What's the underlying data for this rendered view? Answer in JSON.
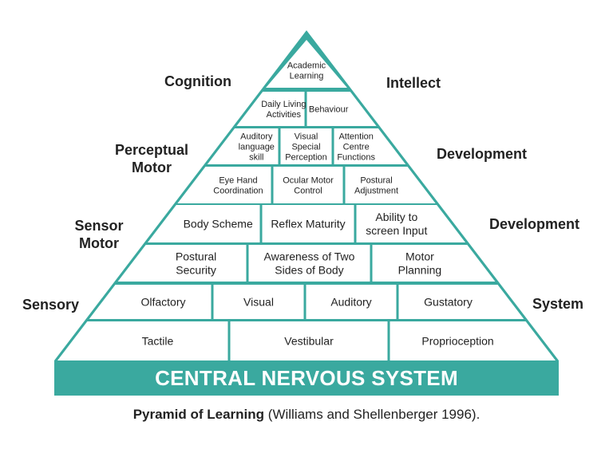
{
  "colors": {
    "teal": "#3aa99f",
    "text": "#222222",
    "background": "#ffffff"
  },
  "side_labels": {
    "cognition": "Cognition",
    "intellect": "Intellect",
    "perceptual": "Perceptual",
    "motor_1": "Motor",
    "development_1": "Development",
    "sensor": "Sensor",
    "motor_2": "Motor",
    "development_2": "Development",
    "sensory": "Sensory",
    "system": "System"
  },
  "pyramid": {
    "rows": [
      {
        "level": "top",
        "cells": [
          {
            "lines": [
              "Academic",
              "Learning"
            ]
          }
        ]
      },
      {
        "level": "row2",
        "cells": [
          {
            "lines": [
              "Daily Living",
              "Activities"
            ]
          },
          {
            "lines": [
              "Behaviour"
            ]
          }
        ]
      },
      {
        "level": "row3",
        "cells": [
          {
            "lines": [
              "Auditory",
              "language",
              "skill"
            ]
          },
          {
            "lines": [
              "Visual",
              "Special",
              "Perception"
            ]
          },
          {
            "lines": [
              "Attention",
              "Centre",
              "Functions"
            ]
          }
        ]
      },
      {
        "level": "row4",
        "cells": [
          {
            "lines": [
              "Eye Hand",
              "Coordination"
            ]
          },
          {
            "lines": [
              "Ocular Motor",
              "Control"
            ]
          },
          {
            "lines": [
              "Postural",
              "Adjustment"
            ]
          }
        ]
      },
      {
        "level": "row5",
        "cells": [
          {
            "lines": [
              "Body Scheme"
            ]
          },
          {
            "lines": [
              "Reflex Maturity"
            ]
          },
          {
            "lines": [
              "Ability to",
              "screen Input"
            ]
          }
        ]
      },
      {
        "level": "row6",
        "cells": [
          {
            "lines": [
              "Postural",
              "Security"
            ]
          },
          {
            "lines": [
              "Awareness of Two",
              "Sides of Body"
            ]
          },
          {
            "lines": [
              "Motor",
              "Planning"
            ]
          }
        ]
      },
      {
        "level": "row7",
        "cells": [
          {
            "lines": [
              "Olfactory"
            ]
          },
          {
            "lines": [
              "Visual"
            ]
          },
          {
            "lines": [
              "Auditory"
            ]
          },
          {
            "lines": [
              "Gustatory"
            ]
          }
        ]
      },
      {
        "level": "row8",
        "cells": [
          {
            "lines": [
              "Tactile"
            ]
          },
          {
            "lines": [
              "Vestibular"
            ]
          },
          {
            "lines": [
              "Proprioception"
            ]
          }
        ]
      }
    ]
  },
  "base_label": "CENTRAL NERVOUS SYSTEM",
  "caption": {
    "bold": "Pyramid of Learning",
    "rest": " (Williams and Shellenberger 1996)."
  }
}
